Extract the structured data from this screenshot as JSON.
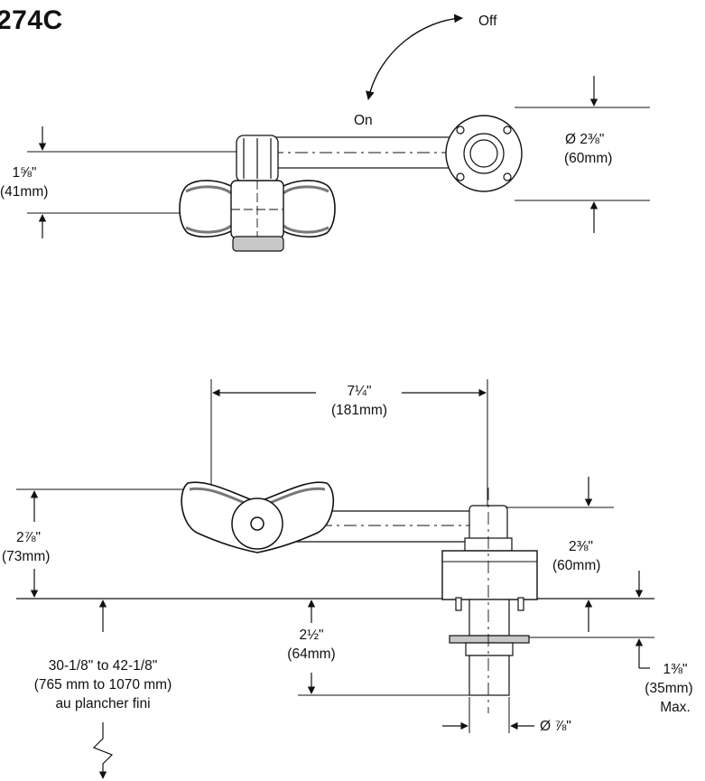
{
  "title": "274C",
  "top_view": {
    "rotation_off": "Off",
    "rotation_on": "On",
    "handle_height_in": "1⅝\"",
    "handle_height_mm": "(41mm)",
    "flange_dia_in": "Ø 2⅜\"",
    "flange_dia_mm": "(60mm)"
  },
  "side_view": {
    "spout_width_in": "7¼\"",
    "spout_width_mm": "(181mm)",
    "handle_rise_in": "2⅞\"",
    "handle_rise_mm": "(73mm)",
    "body_height_in": "2⅜\"",
    "body_height_mm": "(60mm)",
    "shank_drop_in": "2½\"",
    "shank_drop_mm": "(64mm)",
    "floor_range_in": "30-1/8\" to 42-1/8\"",
    "floor_range_mm": "(765 mm to 1070 mm)",
    "floor_note": "au plancher fini",
    "deck_max_in": "1⅜\"",
    "deck_max_mm": "(35mm)",
    "deck_max_note": "Max.",
    "shank_dia": "Ø ⅞\""
  },
  "colors": {
    "line": "#111111",
    "body_fill": "#ffffff",
    "shade": "#c8c8c8"
  }
}
